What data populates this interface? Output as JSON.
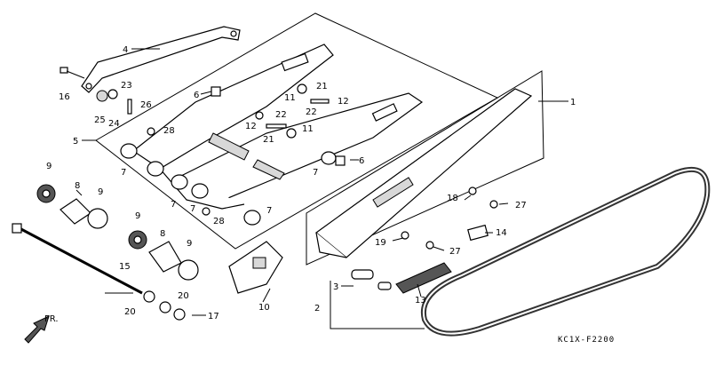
{
  "diagram": {
    "code": "KC1X-F2200",
    "direction_label": "FR.",
    "callouts": [
      "1",
      "2",
      "3",
      "4",
      "5",
      "6",
      "7",
      "8",
      "9",
      "10",
      "11",
      "12",
      "13",
      "14",
      "15",
      "16",
      "17",
      "18",
      "19",
      "20",
      "21",
      "22",
      "23",
      "24",
      "25",
      "26",
      "27",
      "28"
    ]
  }
}
